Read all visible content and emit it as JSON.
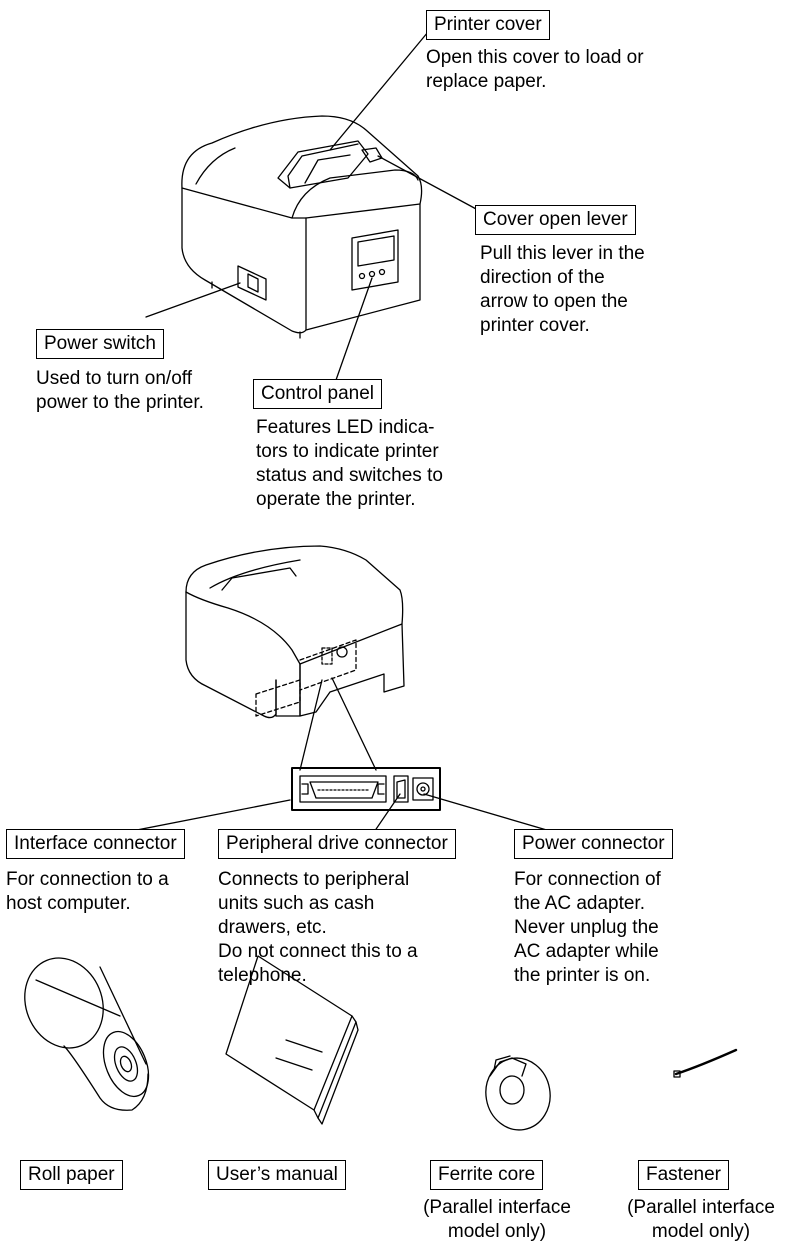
{
  "top_section": {
    "printer_cover": {
      "label": "Printer cover",
      "desc": [
        "Open this cover to load or",
        "replace paper."
      ]
    },
    "cover_open_lever": {
      "label": "Cover open lever",
      "desc": [
        "Pull this lever in the",
        "direction of the",
        "arrow to open the",
        "printer cover."
      ]
    },
    "power_switch": {
      "label": "Power switch",
      "desc": [
        "Used to turn on/off",
        "power to the printer."
      ]
    },
    "control_panel": {
      "label": "Control panel",
      "desc": [
        "Features LED indica-",
        "tors to indicate printer",
        "status and switches to",
        "operate the printer."
      ]
    }
  },
  "rear_section": {
    "interface_connector": {
      "label": "Interface connector",
      "desc": [
        "For connection to a",
        "host computer."
      ]
    },
    "peripheral_drive_connector": {
      "label": "Peripheral drive connector",
      "desc": [
        "Connects to peripheral",
        "units such as cash",
        "drawers, etc.",
        "Do not connect this to a",
        "telephone."
      ]
    },
    "power_connector": {
      "label": "Power connector",
      "desc": [
        "For connection of",
        "the AC adapter.",
        "Never unplug the",
        "AC adapter while",
        "the printer is on."
      ]
    }
  },
  "accessories": {
    "roll_paper": {
      "label": "Roll paper"
    },
    "users_manual": {
      "label": "User’s manual"
    },
    "ferrite_core": {
      "label": "Ferrite core",
      "note": [
        "(Parallel interface",
        "model only)"
      ]
    },
    "fastener": {
      "label": "Fastener",
      "note": [
        "(Parallel interface",
        "model only)"
      ]
    }
  }
}
